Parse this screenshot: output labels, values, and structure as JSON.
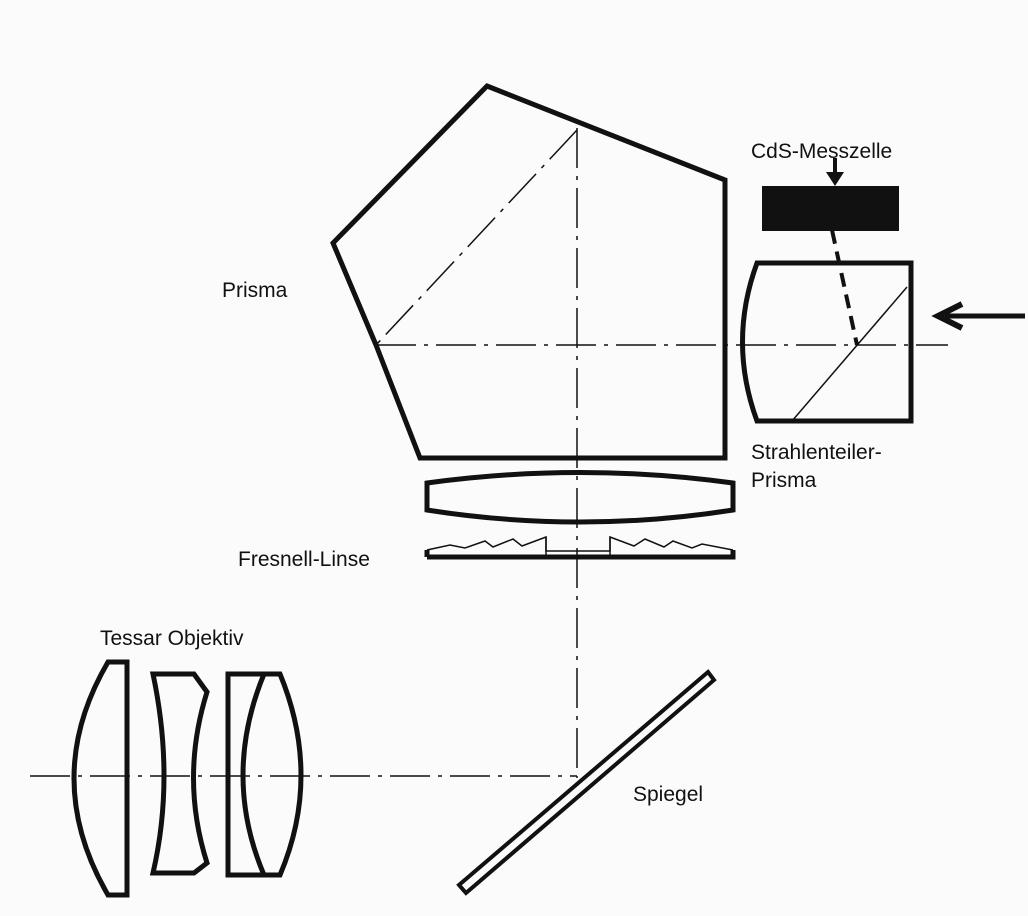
{
  "title": "SLR viewfinder optical diagram",
  "labels": {
    "prism": "Prisma",
    "cds_cell": "CdS-Messzelle",
    "beam_splitter_line1": "Strahlenteiler-",
    "beam_splitter_line2": "Prisma",
    "fresnel": "Fresnell-Linse",
    "lens": "Tessar Objektiv",
    "mirror": "Spiegel"
  },
  "colors": {
    "ink": "#111111",
    "paper": "#fbfbfb"
  }
}
